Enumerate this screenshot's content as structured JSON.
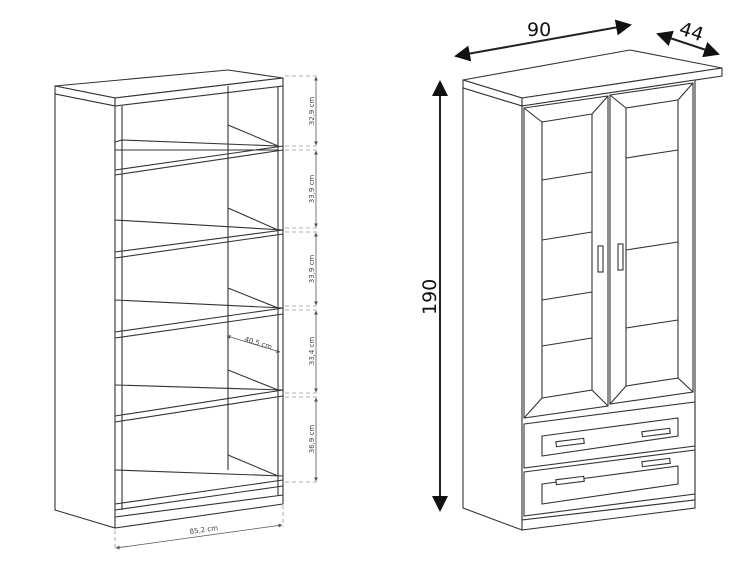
{
  "left_cabinet": {
    "shelf_heights": [
      "32,9 cm",
      "33,9 cm",
      "33,9 cm",
      "33,4 cm",
      "36,9 cm"
    ],
    "depth_label": "40,5 cm",
    "width_label": "85,2 cm"
  },
  "right_cabinet": {
    "width_label": "90",
    "depth_label": "44",
    "height_label": "190"
  }
}
